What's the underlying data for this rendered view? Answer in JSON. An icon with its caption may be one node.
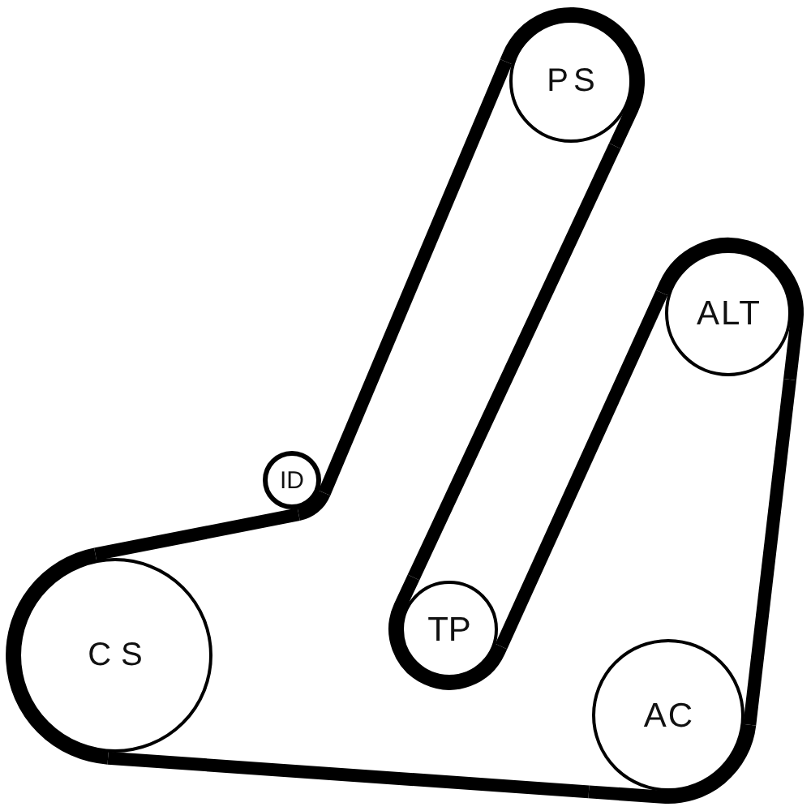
{
  "diagram": {
    "nodes": [
      {
        "text": [
          "PS"
        ]
      },
      {
        "text": [
          "ALT"
        ]
      },
      {
        "text": [
          "ID"
        ]
      },
      {
        "text": [
          "CS"
        ]
      },
      {
        "text": [
          "TP"
        ]
      },
      {
        "text": [
          "AC"
        ]
      }
    ],
    "edges": [
      {
        "from": 3,
        "to": 2,
        "arrow": "none"
      },
      {
        "from": 2,
        "to": 0,
        "arrow": "none"
      },
      {
        "from": 0,
        "to": 4,
        "arrow": "none"
      },
      {
        "from": 4,
        "to": 1,
        "arrow": "none"
      },
      {
        "from": 1,
        "to": 5,
        "arrow": "none"
      },
      {
        "from": 5,
        "to": 3,
        "arrow": "none"
      }
    ]
  }
}
